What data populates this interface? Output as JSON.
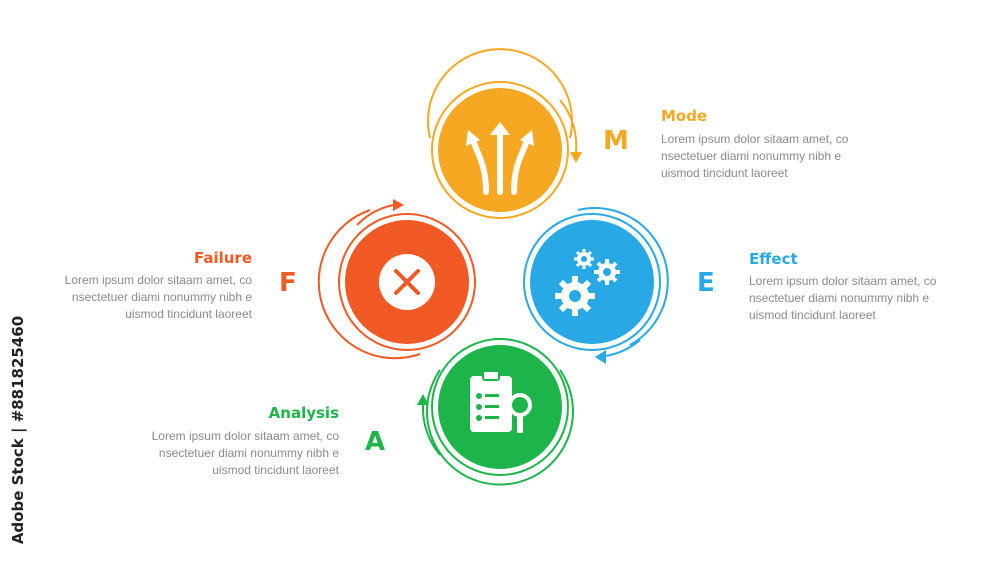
{
  "colors": {
    "mode": "#F7A823",
    "failure": "#F15A24",
    "effect": "#29A8E6",
    "analysis": "#1DB54A",
    "text": "#8a8a8a"
  },
  "steps": {
    "mode": {
      "letter": "M",
      "title": "Mode",
      "description": "Lorem ipsum dolor sitaam amet, co\nnsectetuer diami nonummy  nibh e\nuismod tincidunt laoreet",
      "icon": "split-arrows-icon"
    },
    "failure": {
      "letter": "F",
      "title": "Failure",
      "description": "Lorem ipsum dolor sitaam amet, co\nnsectetuer diami nonummy  nibh e\nuismod tincidunt laoreet",
      "icon": "close-x-icon"
    },
    "effect": {
      "letter": "E",
      "title": "Effect",
      "description": "Lorem ipsum dolor sitaam amet, co\nnsectetuer diami nonummy  nibh e\nuismod tincidunt laoreet",
      "icon": "gears-icon"
    },
    "analysis": {
      "letter": "A",
      "title": "Analysis",
      "description": "Lorem ipsum dolor sitaam amet, co\nnsectetuer diami nonummy  nibh e\nuismod tincidunt laoreet",
      "icon": "clipboard-search-icon"
    }
  },
  "watermark": "Adobe Stock | #881825460"
}
